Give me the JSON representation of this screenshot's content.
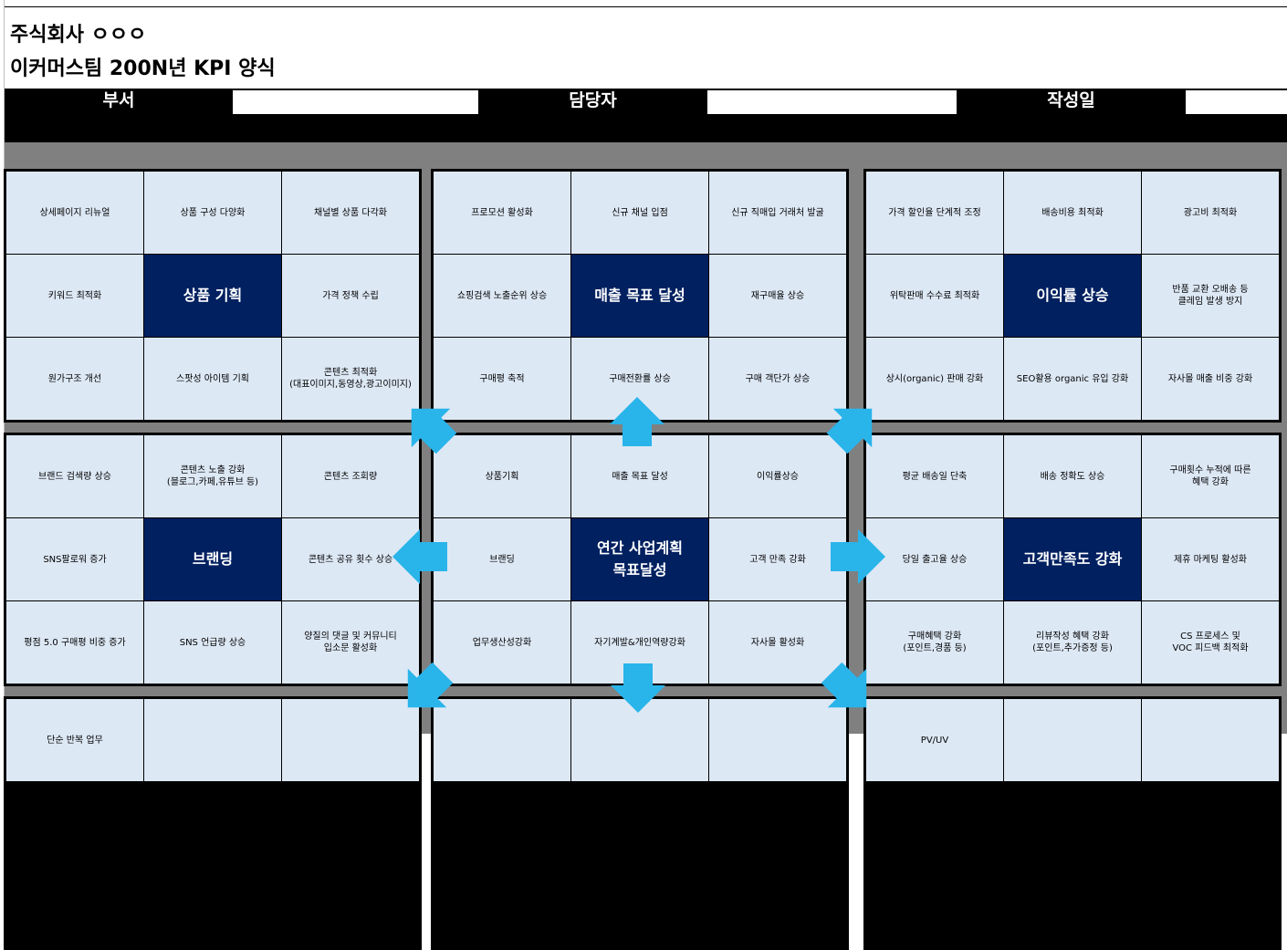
{
  "company": "주식회사 ㅇㅇㅇ",
  "doc_title": "이커머스팀 200N년 KPI 양식",
  "header": {
    "dept_label": "부서",
    "owner_label": "담당자",
    "date_label": "작성일"
  },
  "colors": {
    "center_cell": "#002060",
    "cell": "#dde8f5",
    "arrow": "#29b4ea",
    "background": "#808080"
  },
  "blocks": [
    {
      "id": "product",
      "cells": [
        "상세페이지 리뉴얼",
        "상품 구성 다양화",
        "채널별 상품 다각화",
        "키워드 최적화",
        "상품 기획",
        "가격 정책 수립",
        "원가구조 개선",
        "스팟성 아이템 기획",
        "콘텐츠 최적화\n(대표이미지,동영상,광고이미지)"
      ]
    },
    {
      "id": "sales",
      "cells": [
        "프로모션 활성화",
        "신규 채널 입점",
        "신규 직매입 거래처 발굴",
        "쇼핑검색 노출순위 상승",
        "매출 목표 달성",
        "재구매율 상승",
        "구매평 축적",
        "구매전환률 상승",
        "구매 객단가 상승"
      ]
    },
    {
      "id": "profit",
      "cells": [
        "가격 할인율 단계적 조정",
        "배송비용 최적화",
        "광고비 최적화",
        "위탁판매 수수료 최적화",
        "이익률 상승",
        "반품 교환 오배송 등\n클레임 발생 방지",
        "상시(organic) 판매 강화",
        "SEO활용 organic 유입 강화",
        "자사몰 매출 비중 강화"
      ]
    },
    {
      "id": "branding",
      "cells": [
        "브랜드 검색량 상승",
        "콘텐츠 노출 강화\n(블로그,카페,유튜브 등)",
        "콘텐츠 조회량",
        "SNS팔로워 증가",
        "브랜딩",
        "콘텐츠 공유 횟수 상승",
        "평점 5.0 구매평 비중 증가",
        "SNS 언급량 상승",
        "양질의 댓글 및 커뮤니티\n입소문 활성화"
      ]
    },
    {
      "id": "annual",
      "cells": [
        "상품기획",
        "매출 목표 달성",
        "이익률상승",
        "브랜딩",
        "연간 사업계획\n목표달성",
        "고객 만족 강화",
        "업무생산성강화",
        "자기계발&개인역량강화",
        "자사몰 활성화"
      ]
    },
    {
      "id": "customer",
      "cells": [
        "평균 배송일 단축",
        "배송 정확도 상승",
        "구매횟수 누적에 따른\n혜택 강화",
        "당일 출고율 상승",
        "고객만족도 강화",
        "제휴 마케팅 활성화",
        "구매혜택 강화\n(포인트,경품 등)",
        "리뷰작성 혜택 강화\n(포인트,추가증정 등)",
        "CS 프로세스 및\nVOC 피드백 최적화"
      ]
    },
    {
      "id": "bottom-left",
      "cells": [
        "단순 반복 업무",
        "",
        ""
      ]
    },
    {
      "id": "bottom-mid",
      "cells": [
        "",
        "",
        ""
      ]
    },
    {
      "id": "bottom-right",
      "cells": [
        "PV/UV",
        "",
        ""
      ]
    }
  ]
}
